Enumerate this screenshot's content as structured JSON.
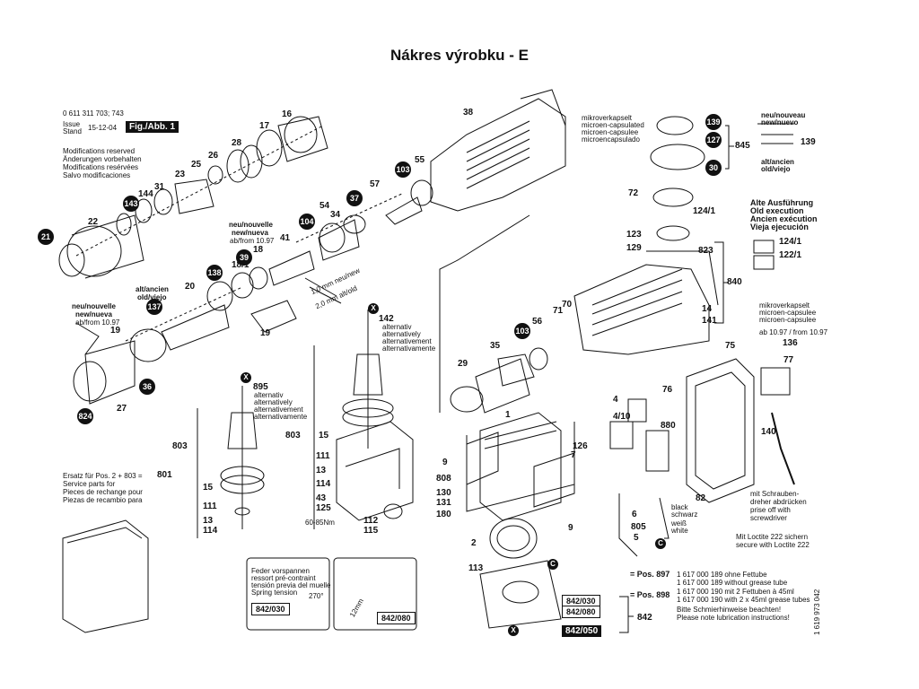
{
  "title": "Nákres výrobku - E",
  "header": {
    "part_no": "0 611 311 703; 743",
    "issue_label": "Issue",
    "stand_label": "Stand",
    "issue_date": "15-12-04",
    "fig": "Fig./Abb. 1",
    "modifications": [
      "Modifications reserved",
      "Änderungen vorbehalten",
      "Modifications resérvées",
      "Salvo modificaciones"
    ]
  },
  "notes": {
    "neu_ancien": [
      "neu/nouvelle",
      "new/nueva",
      "ab/from 10.97"
    ],
    "alt_ancien_top": [
      "alt/ancien",
      "old/viejo"
    ],
    "neu_nouvelle_left": [
      "neu/nouvelle",
      "new/nueva",
      "ab/from 10.97"
    ],
    "mm1": "1,0 mm neu/new",
    "mm2": "2,0 mm alt/old",
    "alternativ": [
      "alternativ",
      "alternatively",
      "alternativement",
      "alternativamente"
    ],
    "ersatz": [
      "Ersatz für Pos. 2 + 803 =",
      "Service parts for",
      "Pieces de rechange pour",
      "Piezas de recambio para"
    ],
    "ersatz_num": "801",
    "torque": "60-85Nm",
    "feder": [
      "Feder vorspannen",
      "ressort pré-contraint",
      "tensión previa del muelle",
      "Spring tension"
    ],
    "feder_angle": "270°",
    "feder_code": "842/030",
    "gap": "12mm",
    "gap_code": "842/080",
    "mikroverkapselt_top": [
      "mikroverkapselt",
      "microen-capsulated",
      "microen-capsulee",
      "microencapsulado"
    ],
    "neu_nouveau": [
      "neu/nouveau",
      "new/nuevo"
    ],
    "alt_ancien_right": [
      "alt/ancien",
      "old/viejo"
    ],
    "alte_ausfuhrung": [
      "Alte Ausführung",
      "Old execution",
      "Ancien exécution",
      "Vieja ejecución"
    ],
    "mikroverkapselt_mid": [
      "mikroverkapselt",
      "microen-capsulee",
      "microen-capsulee",
      "ab 10.97 / from 10.97"
    ],
    "wires": [
      "black",
      "schwarz",
      "weiß",
      "white"
    ],
    "schrauben": [
      "mit Schrauben-",
      "dreher abdrücken",
      "prise off with",
      "screwdriver"
    ],
    "loctite": [
      "Mit Loctite 222 sichern",
      "secure with Loctite 222"
    ],
    "pos897": "= Pos. 897",
    "pos898": "= Pos. 898",
    "grease": [
      "1 617 000 189 ohne Fettube",
      "1 617 000 189 without grease tube",
      "1 617 000 190 mit 2 Fettuben à 45ml",
      "1 617 000 190 with 2 x 45ml grease tubes",
      "Bitte Schmierhinweise beachten!",
      "Please note lubrication instructions!"
    ],
    "doc_no": "1 619 973 042"
  },
  "bubbles": [
    "139",
    "127",
    "30",
    "103",
    "37",
    "104",
    "21",
    "143",
    "39",
    "138",
    "137",
    "36",
    "824",
    "103"
  ],
  "codes": [
    "842/030",
    "842/080",
    "842/050"
  ],
  "labels": [
    "38",
    "16",
    "17",
    "28",
    "26",
    "25",
    "23",
    "31",
    "144",
    "22",
    "55",
    "57",
    "54",
    "34",
    "41",
    "18",
    "18/1",
    "20",
    "19",
    "19",
    "142",
    "895",
    "803",
    "15",
    "111",
    "13",
    "114",
    "803",
    "15",
    "111",
    "13",
    "114",
    "43",
    "125",
    "112",
    "115",
    "29",
    "35",
    "56",
    "71",
    "70",
    "1",
    "4",
    "4/10",
    "76",
    "880",
    "126",
    "7",
    "6",
    "805",
    "5",
    "9",
    "808",
    "130",
    "131",
    "180",
    "2",
    "113",
    "9",
    "72",
    "124/1",
    "123",
    "129",
    "823",
    "840",
    "14",
    "141",
    "845",
    "139",
    "124/1",
    "122/1",
    "75",
    "136",
    "77",
    "140",
    "82",
    "842",
    "27",
    "C",
    "C",
    "X",
    "X",
    "X"
  ]
}
